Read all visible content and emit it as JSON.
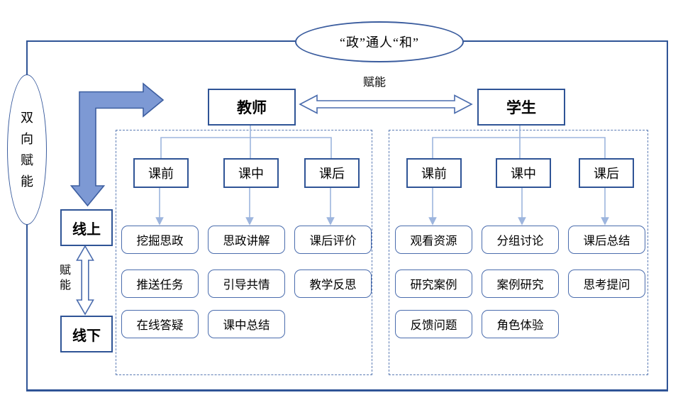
{
  "diagram_title": "“政”通人“和”",
  "left_ellipse": {
    "chars": [
      "双",
      "向",
      "赋",
      "能"
    ]
  },
  "labels": {
    "teacher": "教师",
    "student": "学生",
    "online": "线上",
    "offline": "线下",
    "empower_top": "赋能",
    "empower_left_line1": "赋",
    "empower_left_line2": "能"
  },
  "panels": {
    "teacher": {
      "phases": [
        "课前",
        "课中",
        "课后"
      ],
      "columns": [
        {
          "items": [
            "挖掘思政",
            "推送任务",
            "在线答疑"
          ]
        },
        {
          "items": [
            "思政讲解",
            "引导共情",
            "课中总结"
          ]
        },
        {
          "items": [
            "课后评价",
            "教学反思"
          ]
        }
      ]
    },
    "student": {
      "phases": [
        "课前",
        "课中",
        "课后"
      ],
      "columns": [
        {
          "items": [
            "观看资源",
            "研究案例",
            "反馈问题"
          ]
        },
        {
          "items": [
            "分组讨论",
            "案例研究",
            "角色体验"
          ]
        },
        {
          "items": [
            "课后总结",
            "思考提问"
          ]
        }
      ]
    }
  },
  "icons": {
    "thick_elbow_arrow": "bidirectional-elbow-arrow",
    "horizontal_double_arrow": "double-headed-arrow",
    "vertical_double_arrow": "double-headed-arrow"
  },
  "colors": {
    "navy_border": "#2F5496",
    "medium_blue": "#4A6CAD",
    "light_blue_connector": "#9DB5DE",
    "thick_arrow_fill": "#7D99D4",
    "thick_arrow_stroke": "#3D5EA0",
    "dashed_border": "#5B7BB4"
  }
}
